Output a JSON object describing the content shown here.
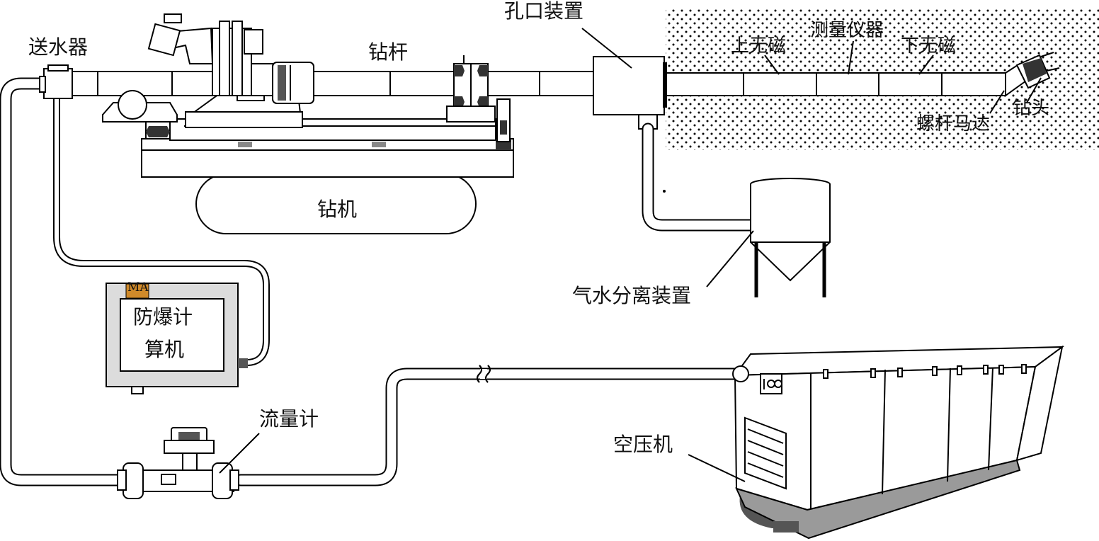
{
  "labels": {
    "water_feeder": "送水器",
    "drill_rod": "钻杆",
    "orifice_device": "孔口装置",
    "upper_nonmagnetic": "上无磁",
    "measuring_instrument": "测量仪器",
    "lower_nonmagnetic": "下无磁",
    "screw_motor": "螺杆马达",
    "drill_bit": "钻头",
    "drill_rig": "钻机",
    "gas_water_separator": "气水分离装置",
    "explosion_proof_computer_line1": "防爆计",
    "explosion_proof_computer_line2": "算机",
    "ma_mark": "MA",
    "flow_meter": "流量计",
    "air_compressor": "空压机"
  },
  "colors": {
    "line": "#000000",
    "background": "#ffffff",
    "ma_badge": "#d08a2a",
    "computer_casing": "#dcdcdc",
    "rock_dots": "#000000"
  }
}
